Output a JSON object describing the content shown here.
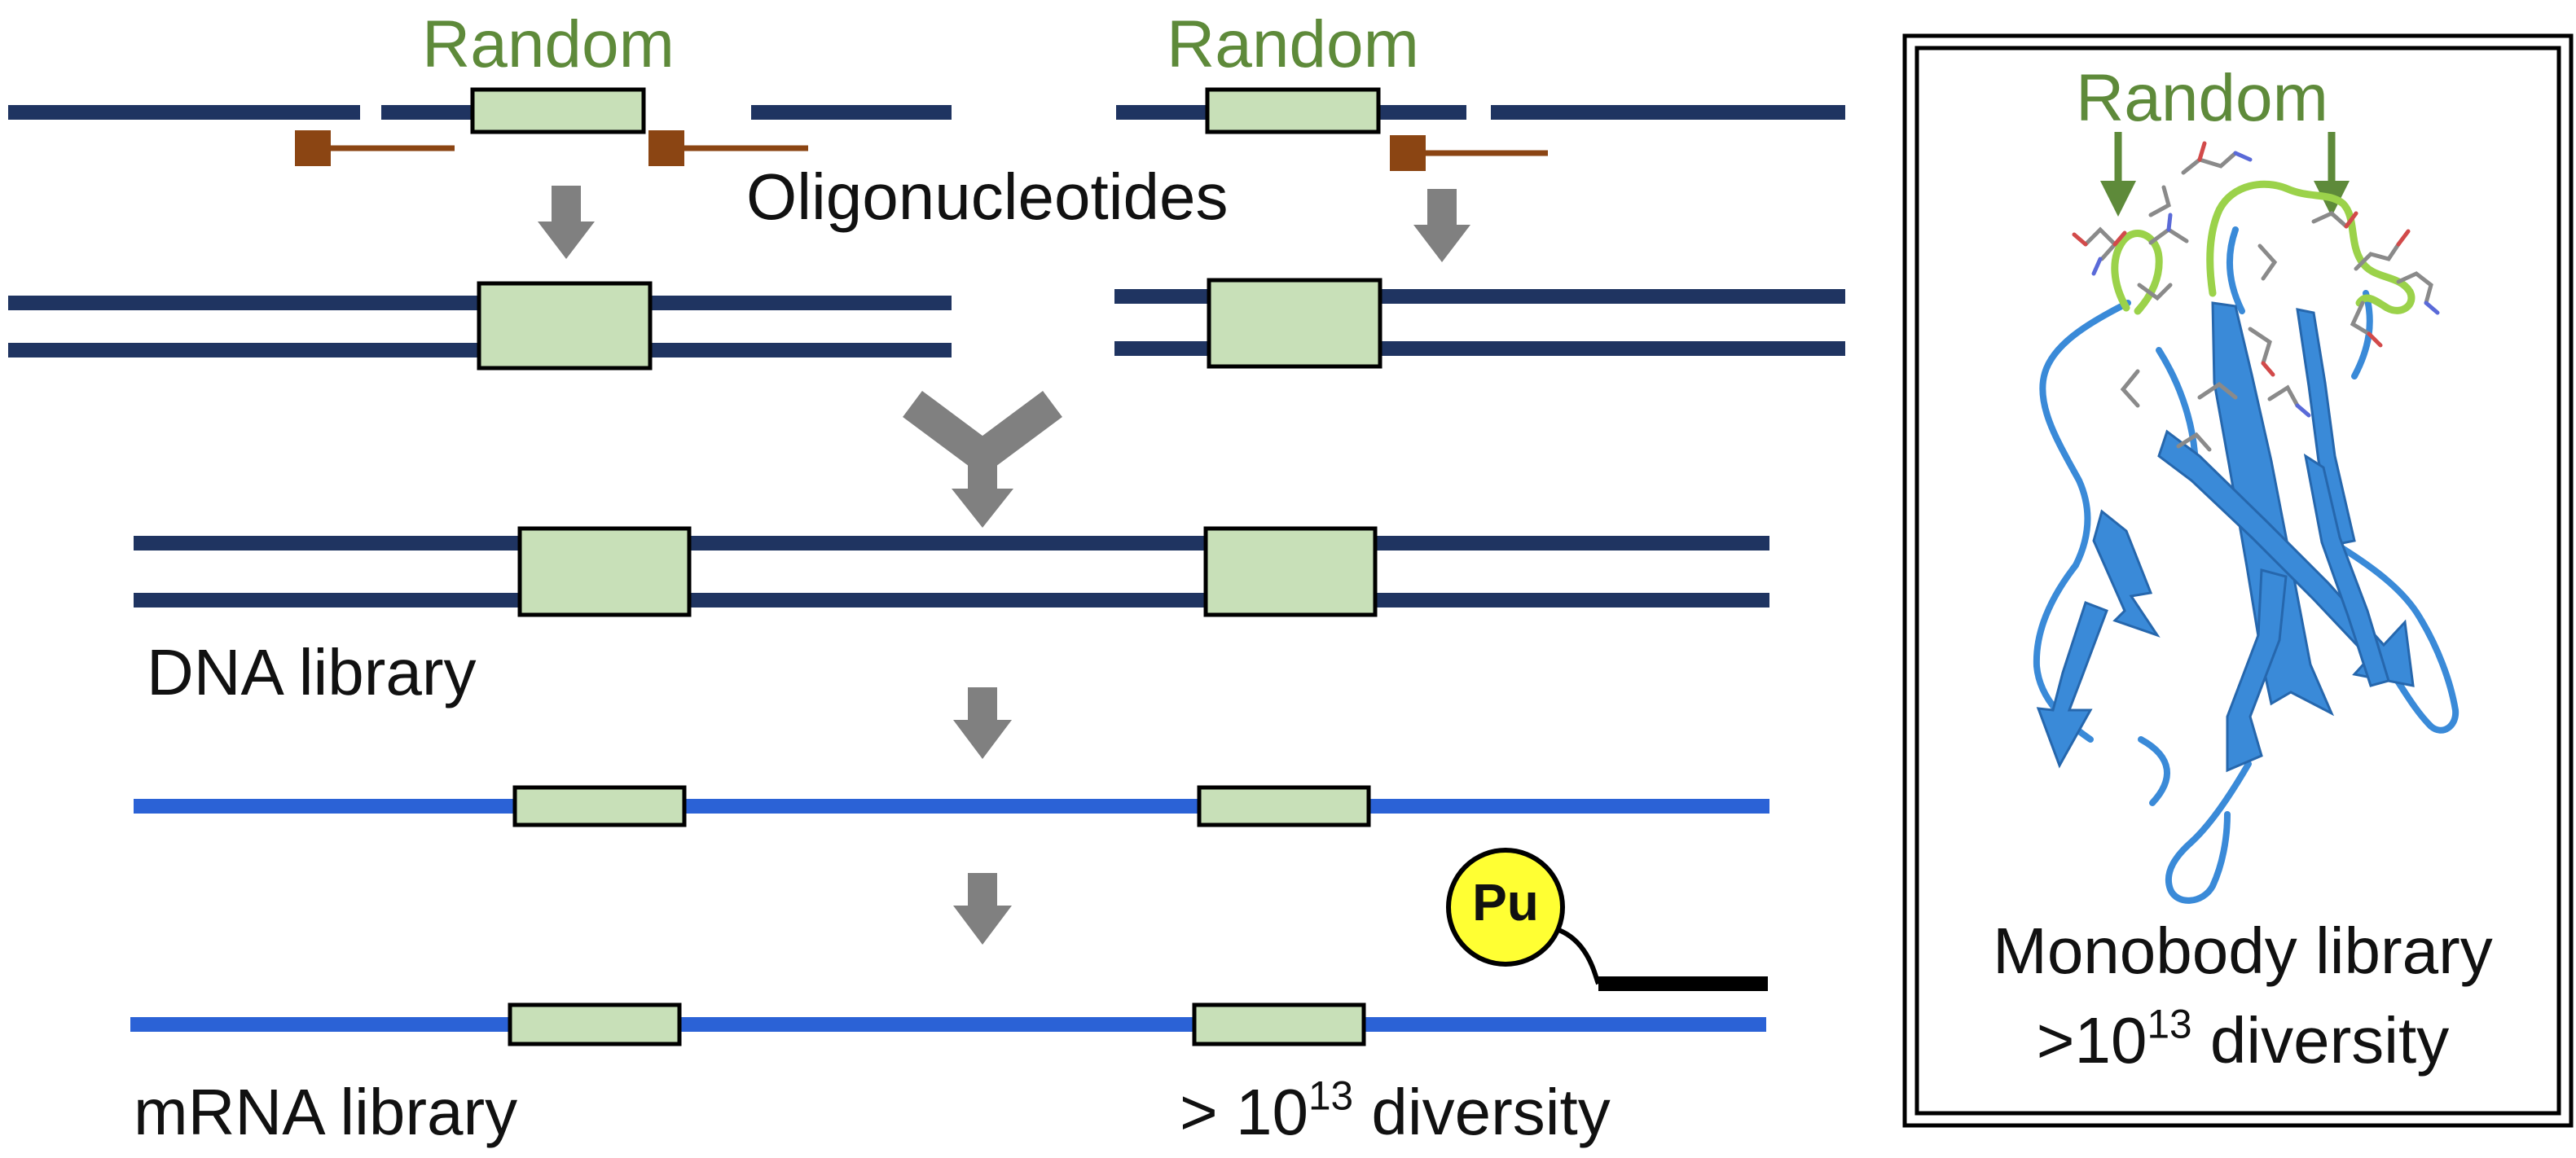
{
  "labels": {
    "random": "Random",
    "oligonucleotides": "Oligonucleotides",
    "dna_library": "DNA library",
    "mrna_library": "mRNA library",
    "mrna_diversity_prefix": "> 10",
    "exponent": "13",
    "diversity_suffix": " diversity",
    "puromycin": "Pu",
    "monobody_library": "Monobody library",
    "monobody_diversity_prefix": ">10"
  },
  "colors": {
    "dna_strand": "#1f3461",
    "mrna_strand": "#2b62d6",
    "random_box_fill": "#c8e0b8",
    "primer": "#8b4513",
    "arrow": "#808080",
    "label_green": "#5e8a3a",
    "puromycin_fill": "#ffff33",
    "protein_ribbon": "#3a8ad8",
    "loop_backbone": "#9bd24a"
  },
  "icons": {
    "process_arrow": "down-arrow-icon",
    "merge": "y-merge-icon",
    "puromycin": "puromycin-circle-icon",
    "protein": "monobody-ribbon-structure"
  }
}
